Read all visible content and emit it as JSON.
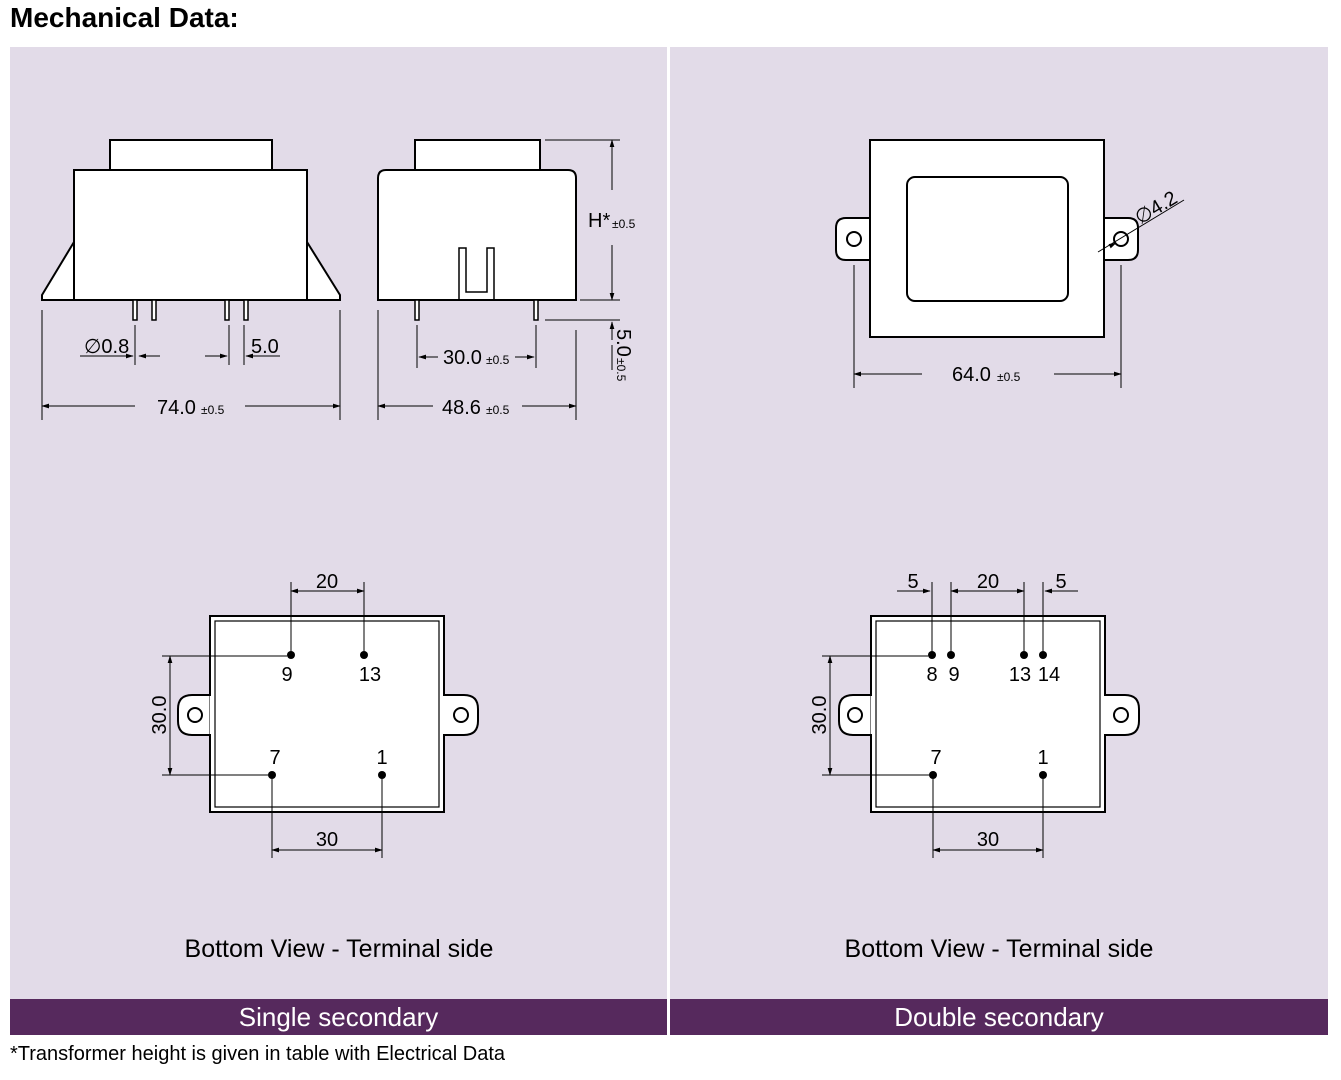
{
  "title": "Mechanical Data:",
  "footnote": "*Transformer height is given in table with Electrical Data",
  "left": {
    "caption": "Single secondary",
    "bottom_view_title": "Bottom View - Terminal side",
    "front_view": {
      "pin_diameter": "∅0.8",
      "pin_pitch": "5.0",
      "width": "74.0",
      "width_tol": "±0.5"
    },
    "side_view": {
      "height": "H*",
      "height_tol": "±0.5",
      "pin_spacing": "30.0",
      "pin_spacing_tol": "±0.5",
      "pin_length": "5.0",
      "pin_length_tol": "±0.5",
      "depth": "48.6",
      "depth_tol": "±0.5"
    },
    "bottom_view": {
      "top_spacing": "20",
      "bottom_spacing": "30",
      "row_spacing": "30.0",
      "pins": [
        "9",
        "13",
        "7",
        "1"
      ]
    }
  },
  "right": {
    "caption": "Double secondary",
    "bottom_view_title": "Bottom View - Terminal side",
    "top_view": {
      "hole_diameter": "∅4.2",
      "mount_spacing": "64.0",
      "mount_spacing_tol": "±0.5"
    },
    "bottom_view": {
      "left_pitch": "5",
      "top_spacing": "20",
      "right_pitch": "5",
      "bottom_spacing": "30",
      "row_spacing": "30.0",
      "pins": [
        "8",
        "9",
        "13",
        "14",
        "7",
        "1"
      ]
    }
  }
}
